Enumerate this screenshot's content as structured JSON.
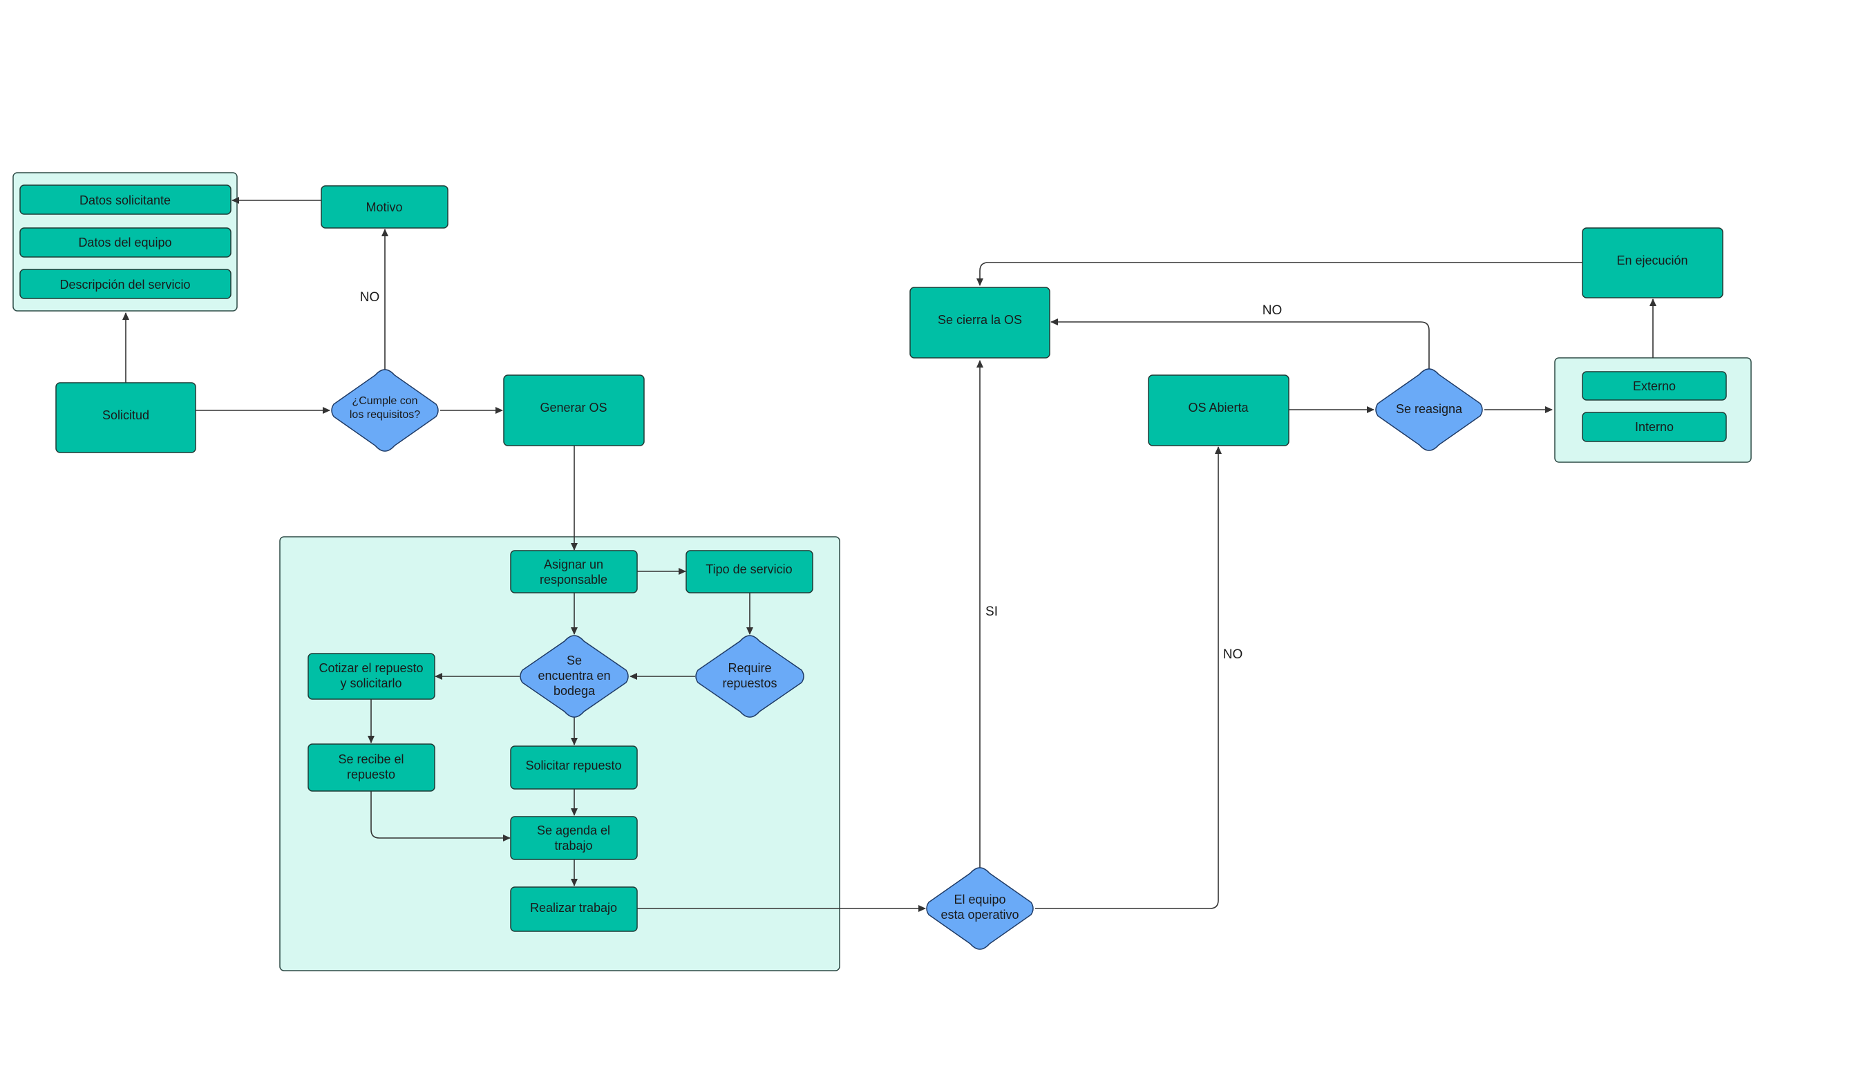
{
  "colors": {
    "process": "#00bfa5",
    "decision": "#6aaaf7",
    "container": "#d7f8f1",
    "line": "#333333"
  },
  "nodes": {
    "datos_solicitante": "Datos solicitante",
    "datos_equipo": "Datos del equipo",
    "descripcion_servicio": "Descripción del servicio",
    "motivo": "Motivo",
    "solicitud": "Solicitud",
    "cumple_requisitos": [
      "¿Cumple con",
      "los requisitos?"
    ],
    "generar_os": "Generar OS",
    "asignar_responsable": [
      "Asignar un",
      "responsable"
    ],
    "tipo_servicio": "Tipo de servicio",
    "se_encuentra_bodega": [
      "Se",
      "encuentra en",
      "bodega"
    ],
    "require_repuestos": [
      "Require",
      "repuestos"
    ],
    "cotizar_repuesto": [
      "Cotizar el repuesto",
      "y solicitarlo"
    ],
    "se_recibe_repuesto": [
      "Se recibe el",
      "repuesto"
    ],
    "solicitar_repuesto": "Solicitar repuesto",
    "se_agenda_trabajo": [
      "Se agenda el",
      "trabajo"
    ],
    "realizar_trabajo": "Realizar trabajo",
    "equipo_operativo": [
      "El equipo",
      "esta operativo"
    ],
    "se_cierra_os": "Se cierra la OS",
    "os_abierta": "OS Abierta",
    "se_reasigna": "Se reasigna",
    "externo": "Externo",
    "interno": "Interno",
    "en_ejecucion": "En ejecución"
  },
  "edge_labels": {
    "no_motivo": "NO",
    "si_cierra": "SI",
    "no_os_abierta": "NO",
    "no_reasigna": "NO"
  }
}
